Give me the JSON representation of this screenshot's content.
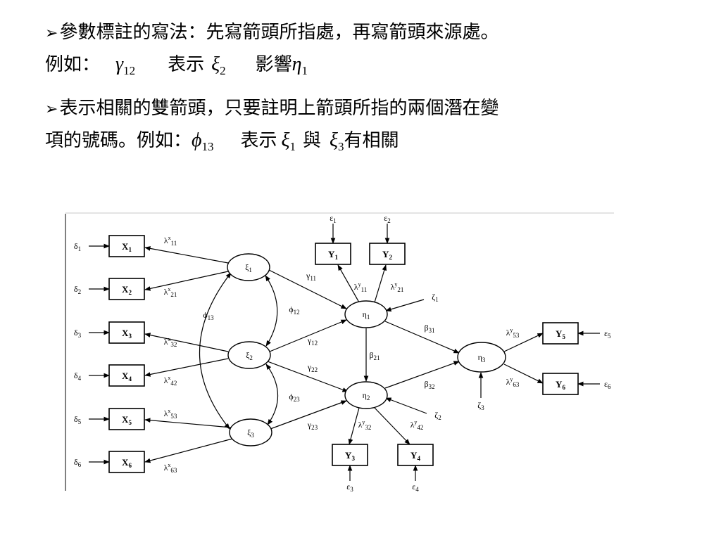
{
  "text": {
    "bullet_glyph": "➢",
    "p1_line1": "參數標註的寫法：先寫箭頭所指處，再寫箭頭來源處。",
    "p1_prefix": "例如：",
    "p1_sym1": "γ",
    "p1_sub1": "12",
    "p1_mid": "表示",
    "p1_sym2": "ξ",
    "p1_sub2": "2",
    "p1_mid2": "影響",
    "p1_sym3": "η",
    "p1_sub3": "1",
    "p2_line1": "表示相關的雙箭頭，只要註明上箭頭所指的兩個潛在變",
    "p2_prefix": "項的號碼。例如：",
    "p2_sym1": "ϕ",
    "p2_sub1": "13",
    "p2_mid": "表示",
    "p2_sym2": "ξ",
    "p2_sub2": "1",
    "p2_mid2": "與",
    "p2_sym3": "ξ",
    "p2_sub3": "3",
    "p2_tail": "有相關"
  },
  "diagram": {
    "nodes": {
      "X1": {
        "sym": "X",
        "sub": "1"
      },
      "X2": {
        "sym": "X",
        "sub": "2"
      },
      "X3": {
        "sym": "X",
        "sub": "3"
      },
      "X4": {
        "sym": "X",
        "sub": "4"
      },
      "X5": {
        "sym": "X",
        "sub": "5"
      },
      "X6": {
        "sym": "X",
        "sub": "6"
      },
      "Y1": {
        "sym": "Y",
        "sub": "1"
      },
      "Y2": {
        "sym": "Y",
        "sub": "2"
      },
      "Y3": {
        "sym": "Y",
        "sub": "3"
      },
      "Y4": {
        "sym": "Y",
        "sub": "4"
      },
      "Y5": {
        "sym": "Y",
        "sub": "5"
      },
      "Y6": {
        "sym": "Y",
        "sub": "6"
      },
      "xi1": {
        "sym": "ξ",
        "sub": "1"
      },
      "xi2": {
        "sym": "ξ",
        "sub": "2"
      },
      "xi3": {
        "sym": "ξ",
        "sub": "3"
      },
      "eta1": {
        "sym": "η",
        "sub": "1"
      },
      "eta2": {
        "sym": "η",
        "sub": "2"
      },
      "eta3": {
        "sym": "η",
        "sub": "3"
      }
    },
    "errors": {
      "d1": {
        "sym": "δ",
        "sub": "1"
      },
      "d2": {
        "sym": "δ",
        "sub": "2"
      },
      "d3": {
        "sym": "δ",
        "sub": "3"
      },
      "d4": {
        "sym": "δ",
        "sub": "4"
      },
      "d5": {
        "sym": "δ",
        "sub": "5"
      },
      "d6": {
        "sym": "δ",
        "sub": "6"
      },
      "e1": {
        "sym": "ε",
        "sub": "1"
      },
      "e2": {
        "sym": "ε",
        "sub": "2"
      },
      "e3": {
        "sym": "ε",
        "sub": "3"
      },
      "e4": {
        "sym": "ε",
        "sub": "4"
      },
      "e5": {
        "sym": "ε",
        "sub": "5"
      },
      "e6": {
        "sym": "ε",
        "sub": "6"
      },
      "z1": {
        "sym": "ζ",
        "sub": "1"
      },
      "z2": {
        "sym": "ζ",
        "sub": "2"
      },
      "z3": {
        "sym": "ζ",
        "sub": "3"
      }
    },
    "params": {
      "lx11": {
        "sym": "λ",
        "sup": "x",
        "sub": "11"
      },
      "lx21": {
        "sym": "λ",
        "sup": "x",
        "sub": "21"
      },
      "lx32": {
        "sym": "λ",
        "sup": "x",
        "sub": "32"
      },
      "lx42": {
        "sym": "λ",
        "sup": "x",
        "sub": "42"
      },
      "lx53": {
        "sym": "λ",
        "sup": "x",
        "sub": "53"
      },
      "lx63": {
        "sym": "λ",
        "sup": "x",
        "sub": "63"
      },
      "ly11": {
        "sym": "λ",
        "sup": "y",
        "sub": "11"
      },
      "ly21": {
        "sym": "λ",
        "sup": "y",
        "sub": "21"
      },
      "ly32": {
        "sym": "λ",
        "sup": "y",
        "sub": "32"
      },
      "ly42": {
        "sym": "λ",
        "sup": "y",
        "sub": "42"
      },
      "ly53": {
        "sym": "λ",
        "sup": "y",
        "sub": "53"
      },
      "ly63": {
        "sym": "λ",
        "sup": "y",
        "sub": "63"
      },
      "g11": {
        "sym": "γ",
        "sub": "11"
      },
      "g12": {
        "sym": "γ",
        "sub": "12"
      },
      "g22": {
        "sym": "γ",
        "sub": "22"
      },
      "g23": {
        "sym": "γ",
        "sub": "23"
      },
      "b21": {
        "sym": "β",
        "sub": "21"
      },
      "b31": {
        "sym": "β",
        "sub": "31"
      },
      "b32": {
        "sym": "β",
        "sub": "32"
      },
      "p12": {
        "sym": "ϕ",
        "sub": "12"
      },
      "p13": {
        "sym": "ϕ",
        "sub": "13"
      },
      "p23": {
        "sym": "ϕ",
        "sub": "23"
      }
    }
  }
}
